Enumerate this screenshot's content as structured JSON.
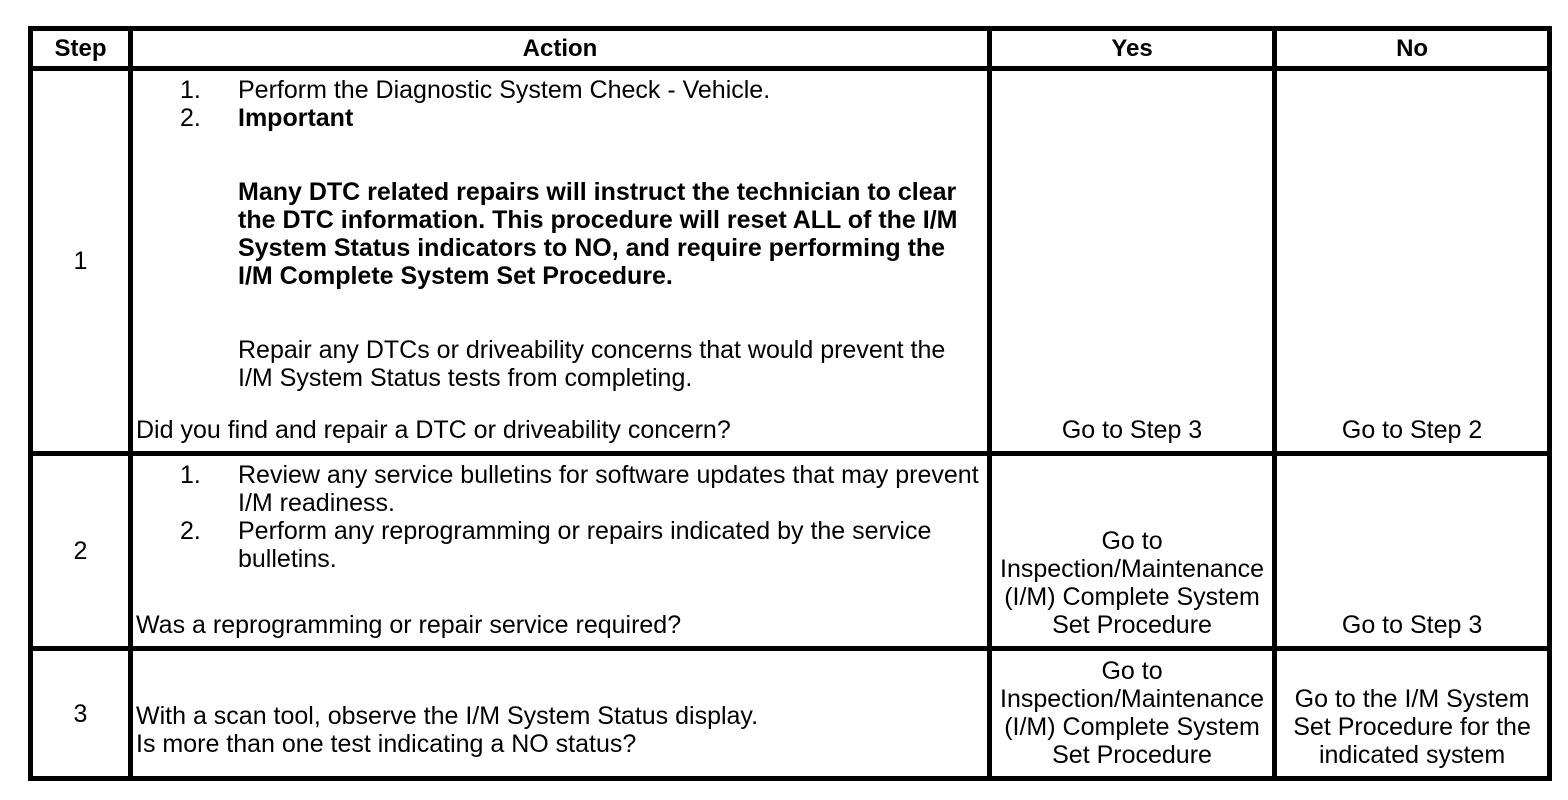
{
  "table": {
    "headers": {
      "step": "Step",
      "action": "Action",
      "yes": "Yes",
      "no": "No"
    },
    "rows": [
      {
        "step": "1",
        "items": [
          {
            "num": "1.",
            "text": "Perform the Diagnostic System Check - Vehicle."
          },
          {
            "num": "2.",
            "text": "Important"
          }
        ],
        "important_note": "Many DTC related repairs will instruct the technician to clear\nthe DTC information. This procedure will reset ALL of the I/M\nSystem Status indicators to NO, and require performing the\nI/M Complete System Set Procedure.",
        "paragraph": "Repair any DTCs or driveability concerns that would prevent the\nI/M System Status tests from completing.",
        "question": "Did you find and repair a DTC or driveability concern?",
        "yes": "Go to Step 3",
        "no": "Go to Step 2"
      },
      {
        "step": "2",
        "items": [
          {
            "num": "1.",
            "text": "Review any service bulletins for software updates that may prevent\nI/M readiness."
          },
          {
            "num": "2.",
            "text": "Perform any reprogramming or repairs indicated by the service\nbulletins."
          }
        ],
        "question": "Was a reprogramming or repair service required?",
        "yes": "Go to\nInspection/Maintenance\n(I/M) Complete System\nSet Procedure",
        "no": "Go to Step 3"
      },
      {
        "step": "3",
        "paragraph": "With a scan tool, observe the I/M System Status display.",
        "question": "Is more than one test indicating a NO status?",
        "yes": "Go to\nInspection/Maintenance\n(I/M) Complete System\nSet Procedure",
        "no": "Go to the I/M System\nSet Procedure for the\nindicated system"
      }
    ]
  }
}
